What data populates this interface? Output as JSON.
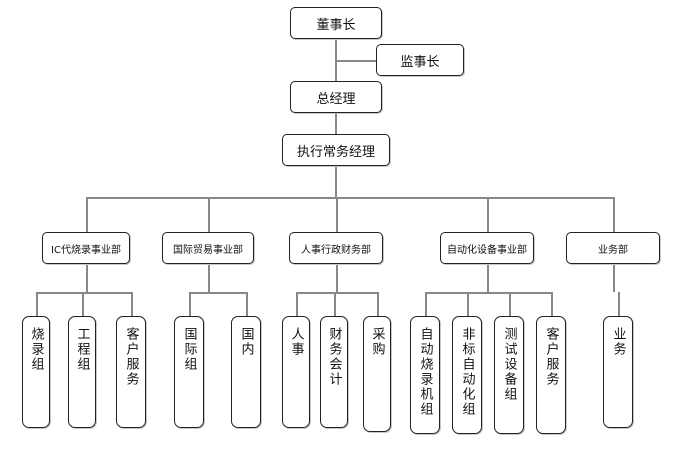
{
  "chairman": "董事长",
  "supervisor": "监事长",
  "general_manager": "总经理",
  "executive_manager": "执行常务经理",
  "departments": [
    {
      "name": "IC代烧录事业部",
      "units": [
        "烧录组",
        "工程组",
        "客户服务"
      ]
    },
    {
      "name": "国际贸易事业部",
      "units": [
        "国际组",
        "国内"
      ]
    },
    {
      "name": "人事行政财务部",
      "units": [
        "人事",
        "财务会计",
        "采购"
      ]
    },
    {
      "name": "自动化设备事业部",
      "units": [
        "自动烧录机组",
        "非标自动化组",
        "测试设备组",
        "客户服务"
      ]
    },
    {
      "name": "业务部",
      "units": [
        "业务"
      ]
    }
  ]
}
